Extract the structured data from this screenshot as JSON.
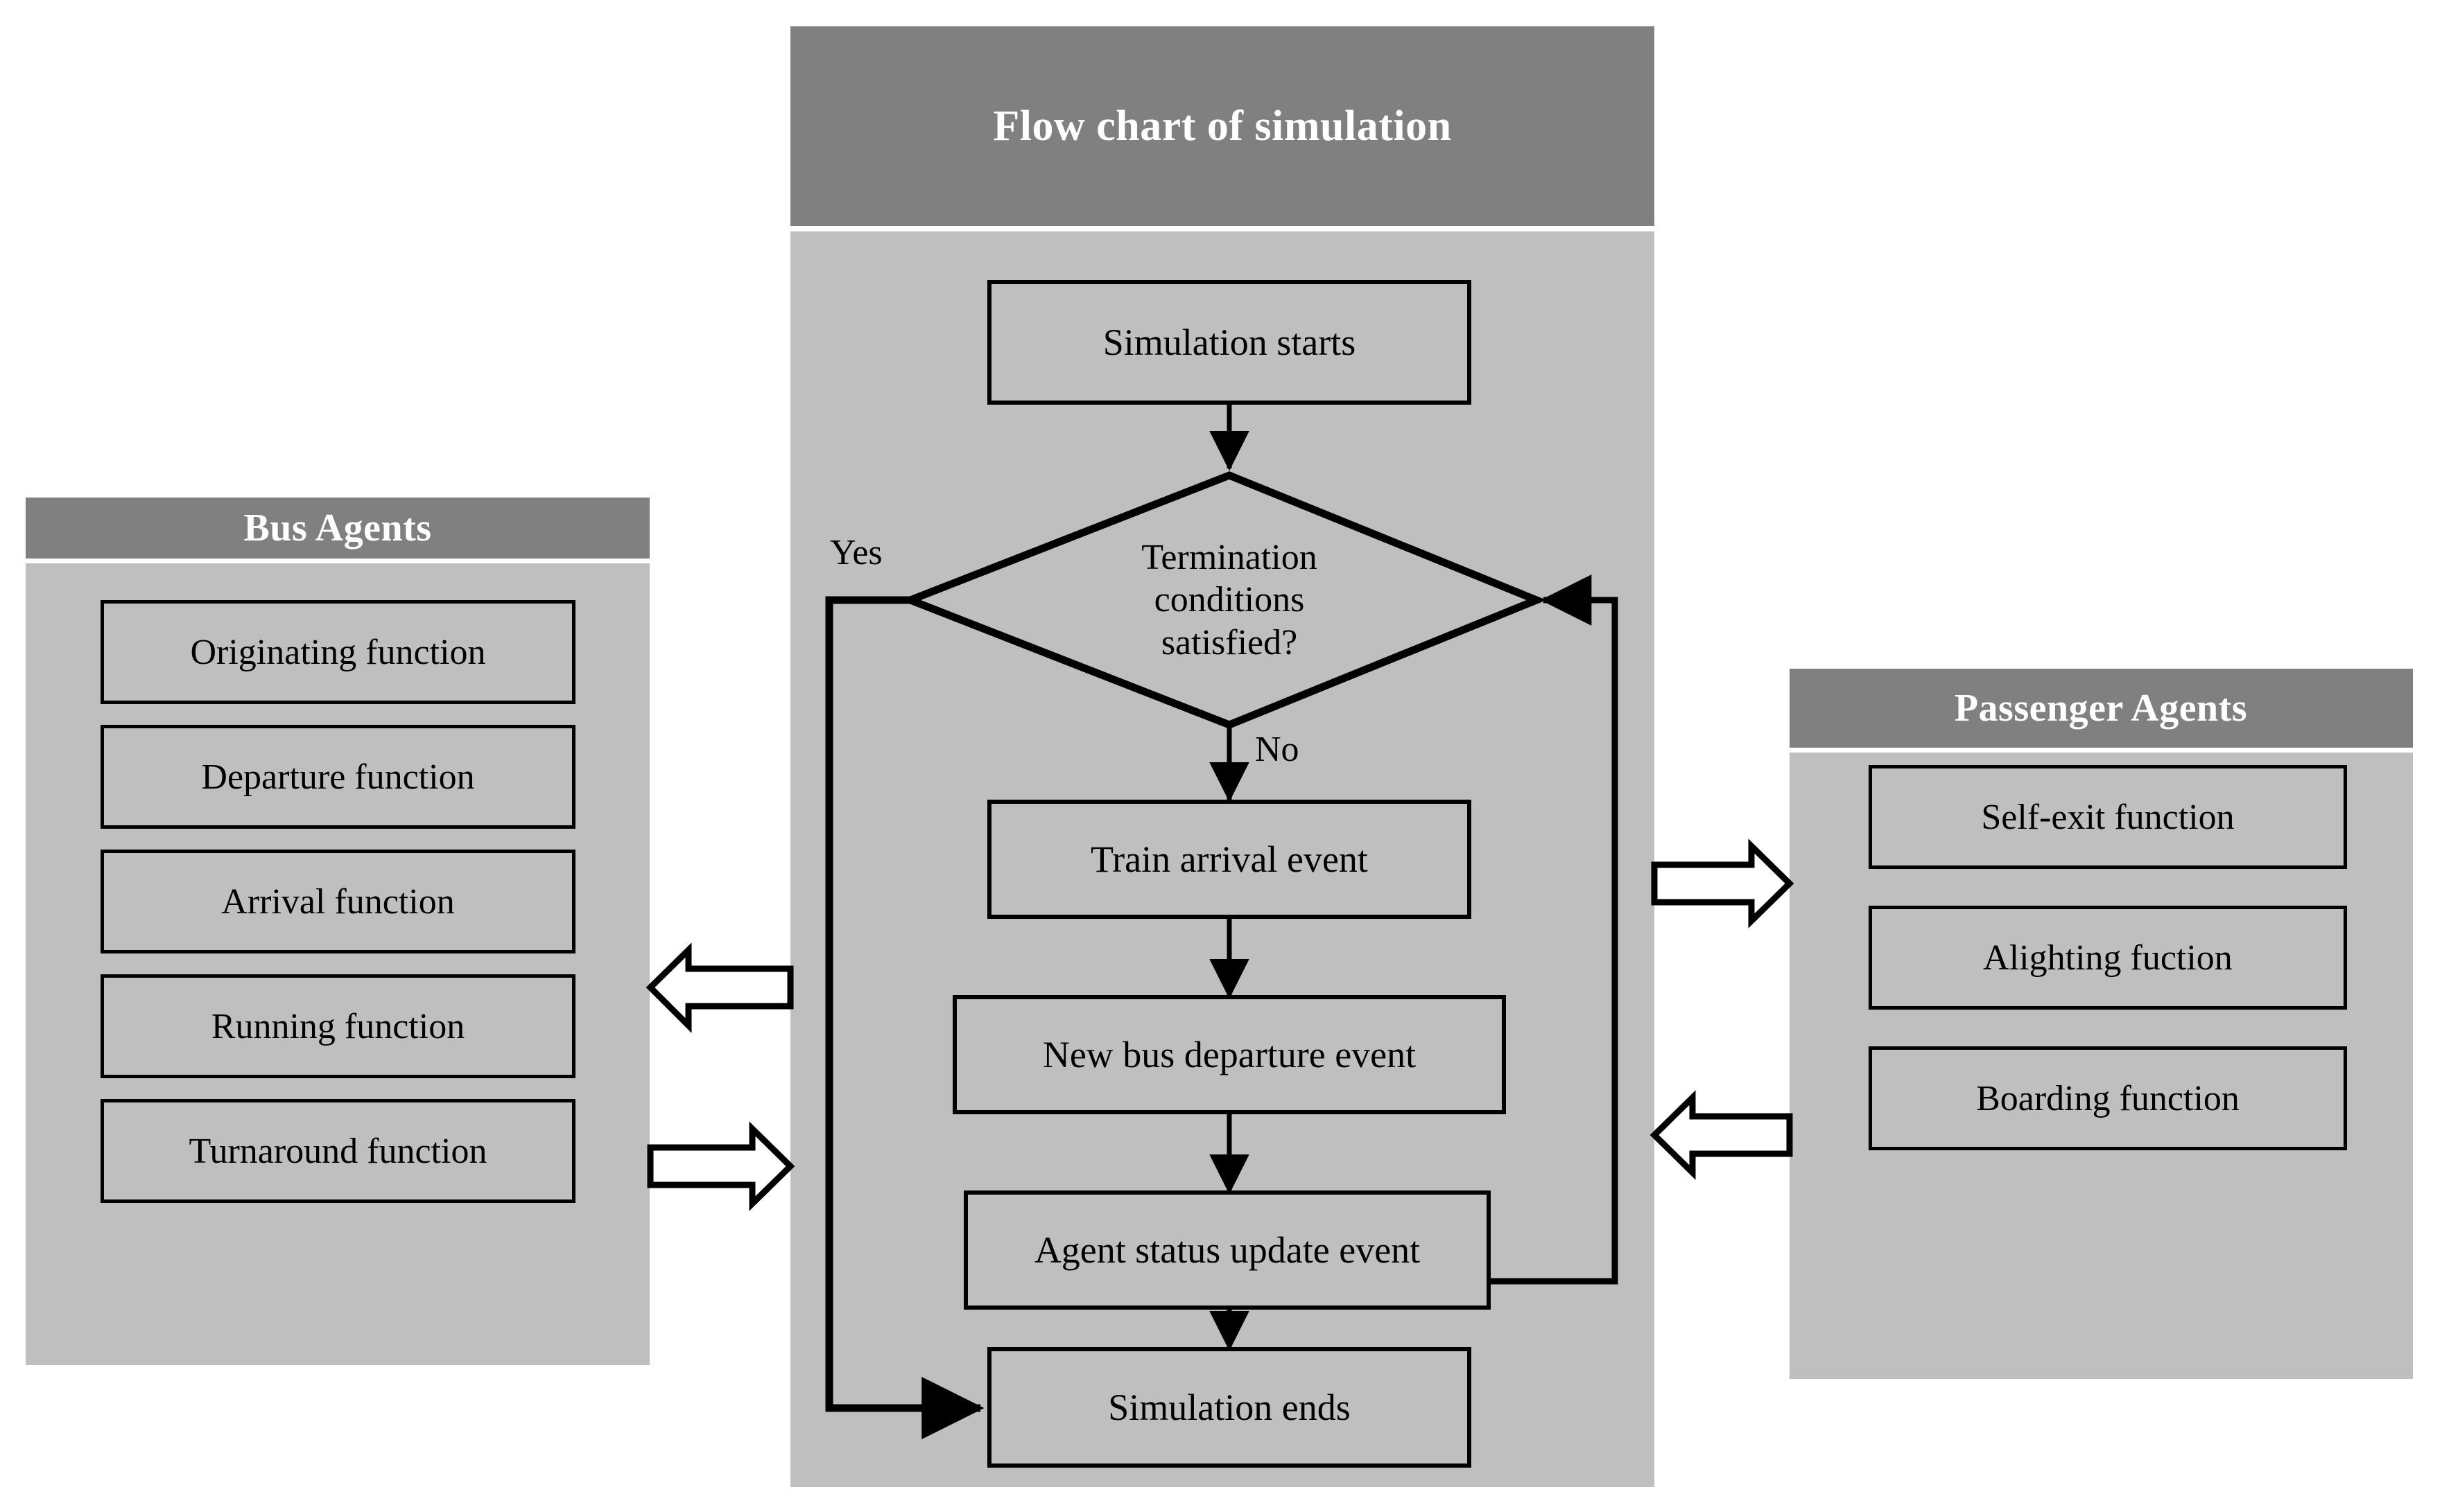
{
  "diagram": {
    "type": "flowchart",
    "background": "#ffffff",
    "colors": {
      "header_gray": "#808080",
      "panel_gray": "#bfbfbf",
      "stroke": "#000000",
      "header_text": "#ffffff",
      "body_text": "#000000",
      "arrow_fill": "#ffffff"
    }
  },
  "left_panel": {
    "title": "Bus Agents",
    "items": [
      {
        "label": "Originating function"
      },
      {
        "label": "Departure function"
      },
      {
        "label": "Arrival function"
      },
      {
        "label": "Running function"
      },
      {
        "label": "Turnaround function"
      }
    ]
  },
  "center_panel": {
    "title": "Flow chart of simulation",
    "nodes": [
      {
        "id": "start",
        "shape": "rect",
        "label": "Simulation starts"
      },
      {
        "id": "decide",
        "shape": "diamond",
        "label": "Termination conditions satisfied?",
        "lines": [
          "Termination",
          "conditions",
          "satisfied?"
        ]
      },
      {
        "id": "train",
        "shape": "rect",
        "label": "Train arrival event"
      },
      {
        "id": "newbus",
        "shape": "rect",
        "label": "New bus departure event"
      },
      {
        "id": "status",
        "shape": "rect",
        "label": "Agent status update event"
      },
      {
        "id": "end",
        "shape": "rect",
        "label": "Simulation ends"
      }
    ],
    "edge_labels": {
      "yes": "Yes",
      "no": "No"
    },
    "edges": [
      {
        "from": "start",
        "to": "decide",
        "label": ""
      },
      {
        "from": "decide",
        "to": "end",
        "label": "Yes"
      },
      {
        "from": "decide",
        "to": "train",
        "label": "No"
      },
      {
        "from": "train",
        "to": "newbus",
        "label": ""
      },
      {
        "from": "newbus",
        "to": "status",
        "label": ""
      },
      {
        "from": "status",
        "to": "end",
        "label": ""
      },
      {
        "from": "status",
        "to": "decide",
        "label": ""
      }
    ]
  },
  "right_panel": {
    "title": "Passenger Agents",
    "items": [
      {
        "label": "Self-exit function"
      },
      {
        "label": "Alighting fuction"
      },
      {
        "label": "Boarding function"
      }
    ]
  },
  "connectors": [
    {
      "id": "left-in",
      "direction": "left",
      "from": "center_panel",
      "to": "left_panel"
    },
    {
      "id": "left-out",
      "direction": "right",
      "from": "left_panel",
      "to": "center_panel"
    },
    {
      "id": "right-out",
      "direction": "right",
      "from": "center_panel",
      "to": "right_panel"
    },
    {
      "id": "right-in",
      "direction": "left",
      "from": "right_panel",
      "to": "center_panel"
    }
  ]
}
